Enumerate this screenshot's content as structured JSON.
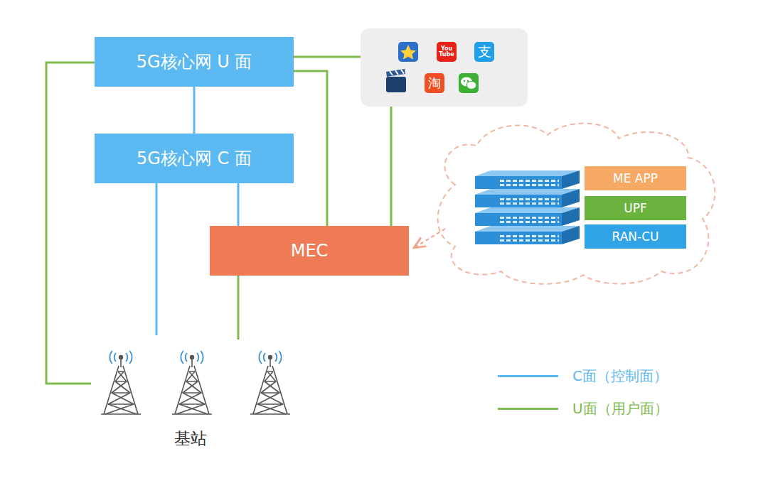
{
  "diagram": {
    "nodes": [
      {
        "text": [
          "5G核心网 U 面"
        ]
      },
      {
        "text": [
          "You Tube",
          "支",
          "淘"
        ]
      },
      {
        "text": [
          "5G核心网 C 面"
        ]
      },
      {
        "text": [
          "ME APP"
        ]
      },
      {
        "text": [
          "UPF"
        ]
      },
      {
        "text": [
          "RAN-CU"
        ]
      },
      {
        "text": [
          "MEC"
        ]
      },
      {
        "text": [
          "基站"
        ]
      }
    ],
    "edges": [
      {
        "from": 0,
        "to": 1,
        "arrow": "none"
      },
      {
        "from": 0,
        "to": 2,
        "arrow": "none"
      },
      {
        "from": 0,
        "to": 6,
        "arrow": "none"
      },
      {
        "from": 0,
        "to": 7,
        "arrow": "none"
      },
      {
        "from": 2,
        "to": 6,
        "arrow": "none"
      },
      {
        "from": 2,
        "to": 7,
        "arrow": "none"
      },
      {
        "from": 6,
        "to": 1,
        "arrow": "none"
      },
      {
        "from": 6,
        "to": 7,
        "arrow": "none"
      }
    ],
    "legend": [
      {
        "text": "C面（控制面）"
      },
      {
        "text": "U面（用户面）"
      }
    ]
  }
}
